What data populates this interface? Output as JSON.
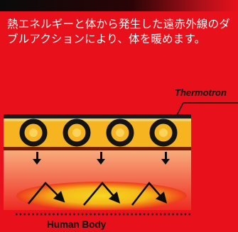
{
  "text": {
    "description": "熱エネルギーと体から発生した遠赤外線のダブルアクションにより、体を暖めます。"
  },
  "labels": {
    "thermotron": "Thermotron",
    "human_body": "Human Body"
  },
  "colors": {
    "background": "#e8101a",
    "header_bar": "#0a0a0a",
    "text": "#ffffff",
    "label_text": "#0c0c0c",
    "heater_band": "#f6b420",
    "heater_rail": "#7a1a00",
    "body_glow": "#f6d620"
  },
  "icons": {
    "heater_element": "coil-ring-icon",
    "heat_arrow": "down-arrow-icon",
    "reflection": "zigzag-arrow-icon"
  }
}
